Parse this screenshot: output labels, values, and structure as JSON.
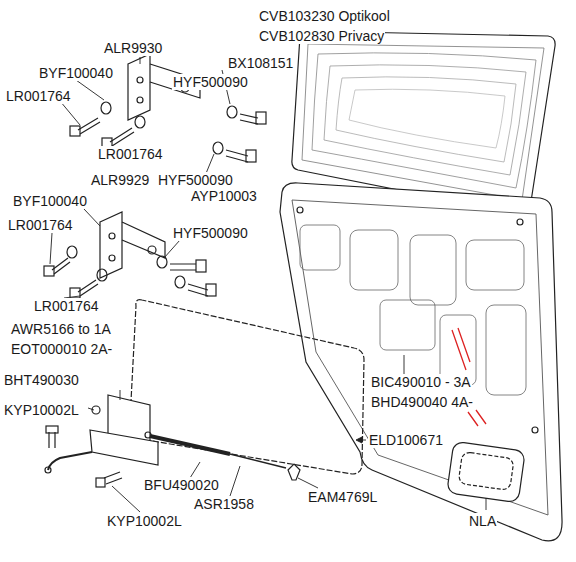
{
  "diagram": {
    "labels": [
      "CVB103230 Optikool",
      "CVB102830 Privacy",
      "ALR9930",
      "BX108151",
      "BYF100040",
      "HYF500090",
      "LR001764",
      "LR001764",
      "ALR9929",
      "HYF500090",
      "BYF100040",
      "AYP10003",
      "LR001764",
      "HYF500090",
      "LR001764",
      "AWR5166 to 1A",
      "EOT000010 2A-",
      "BHT490030",
      "KYP10002L",
      "BIC490010 - 3A",
      "BHD490040 4A-",
      "ELD100671",
      "BFU490020",
      "ASR1958",
      "EAM4769L",
      "KYP10002L",
      "NLA"
    ]
  }
}
